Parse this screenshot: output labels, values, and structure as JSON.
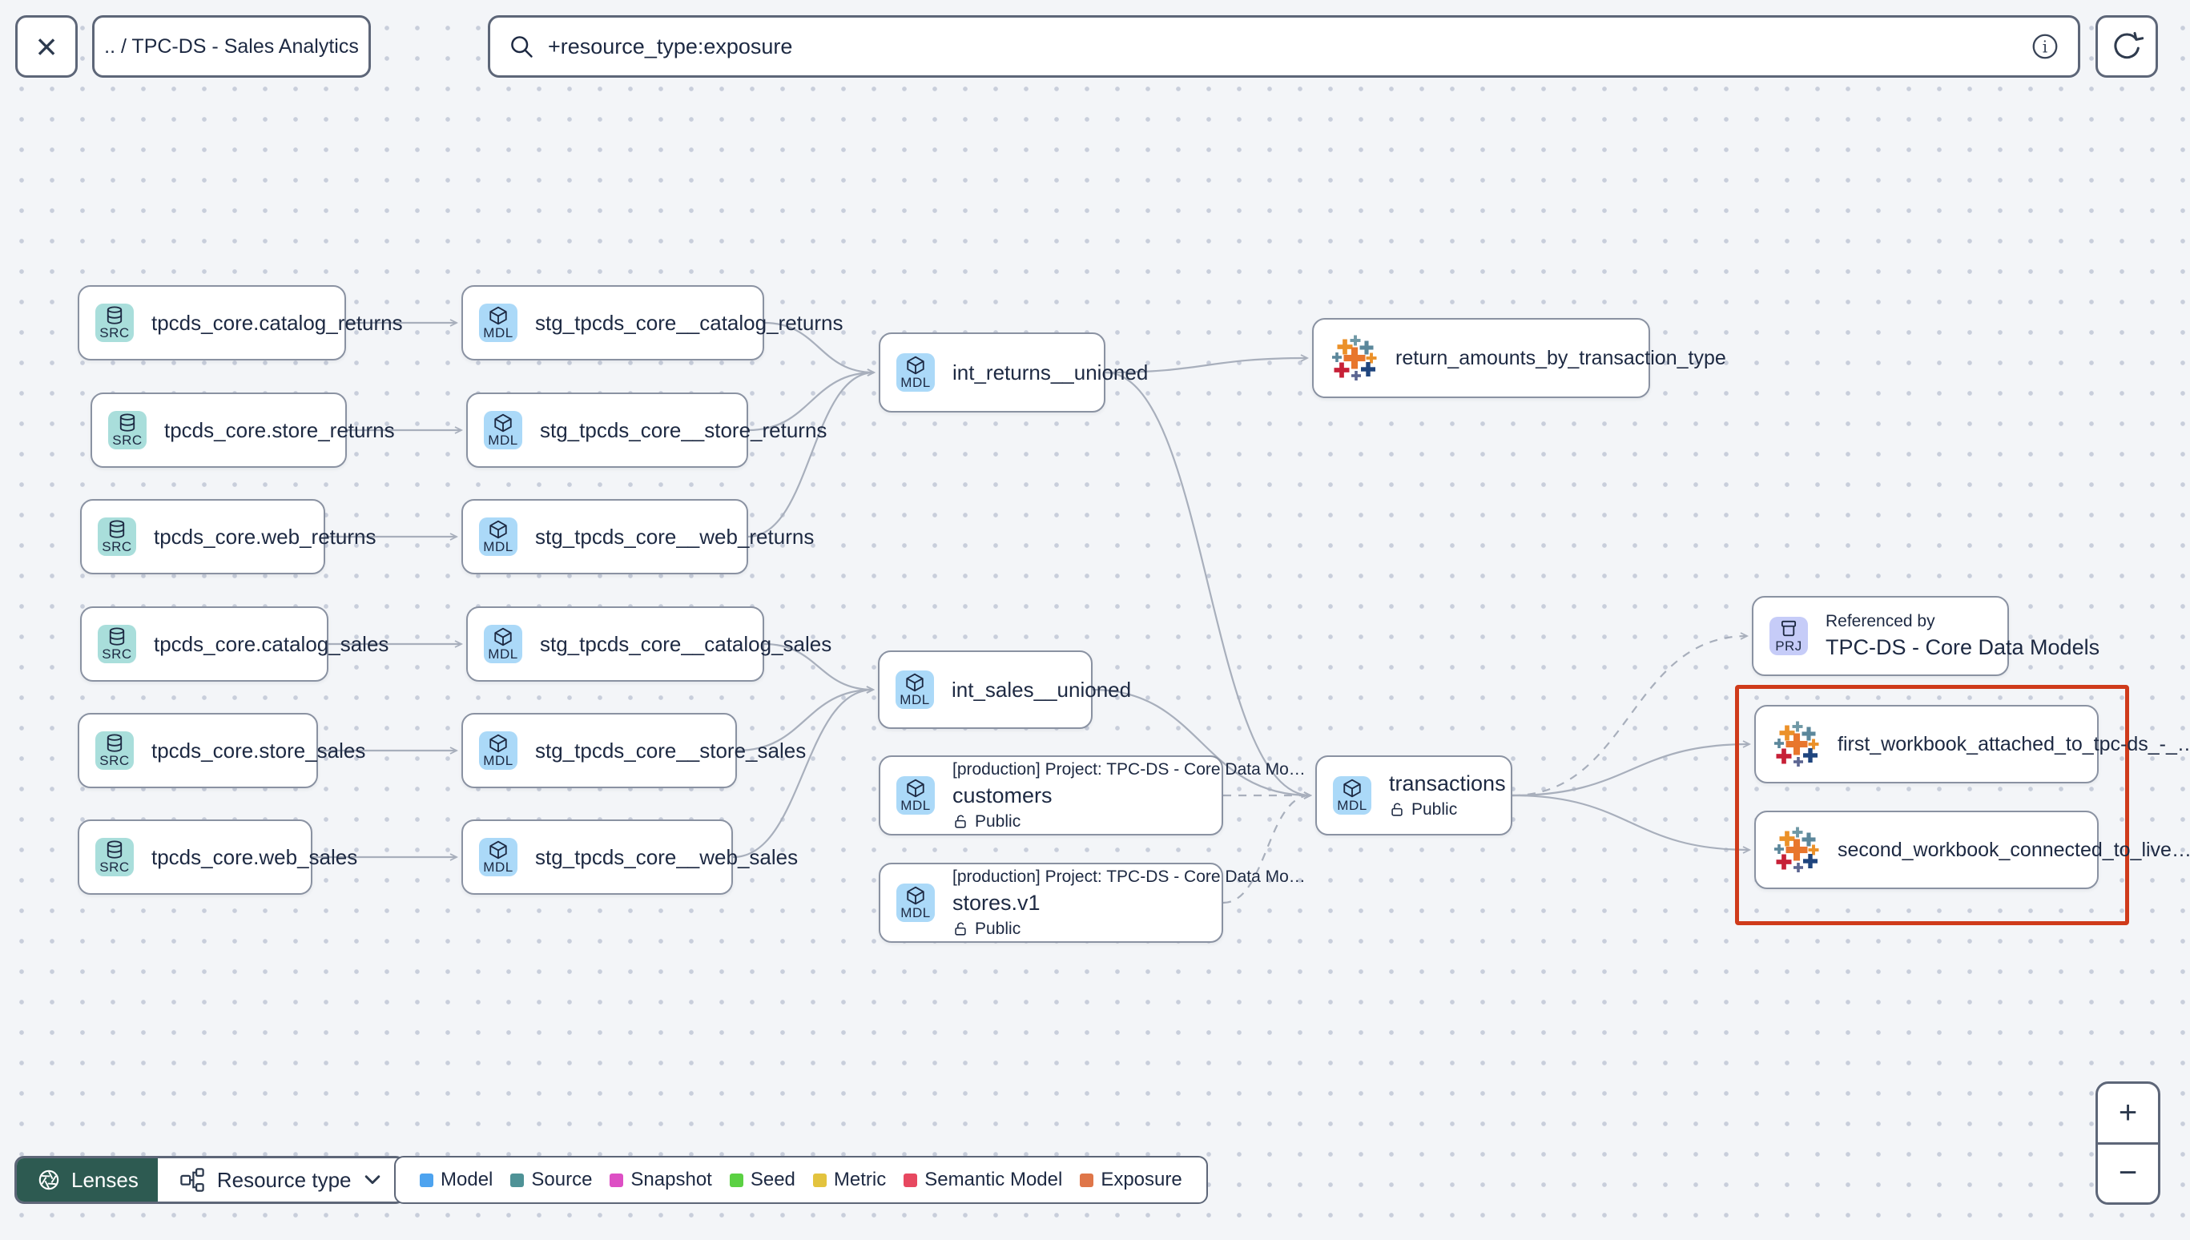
{
  "toolbar": {
    "close": "×",
    "breadcrumb": ".. / TPC-DS - Sales Analytics",
    "search_value": "+resource_type:exposure"
  },
  "graph": {
    "nodes": [
      {
        "id": "src_catalog_returns",
        "kind": "source",
        "badge": "SRC",
        "label": "tpcds_core.catalog_returns"
      },
      {
        "id": "src_store_returns",
        "kind": "source",
        "badge": "SRC",
        "label": "tpcds_core.store_returns"
      },
      {
        "id": "src_web_returns",
        "kind": "source",
        "badge": "SRC",
        "label": "tpcds_core.web_returns"
      },
      {
        "id": "src_catalog_sales",
        "kind": "source",
        "badge": "SRC",
        "label": "tpcds_core.catalog_sales"
      },
      {
        "id": "src_store_sales",
        "kind": "source",
        "badge": "SRC",
        "label": "tpcds_core.store_sales"
      },
      {
        "id": "src_web_sales",
        "kind": "source",
        "badge": "SRC",
        "label": "tpcds_core.web_sales"
      },
      {
        "id": "stg_catalog_returns",
        "kind": "model",
        "badge": "MDL",
        "label": "stg_tpcds_core__catalog_returns"
      },
      {
        "id": "stg_store_returns",
        "kind": "model",
        "badge": "MDL",
        "label": "stg_tpcds_core__store_returns"
      },
      {
        "id": "stg_web_returns",
        "kind": "model",
        "badge": "MDL",
        "label": "stg_tpcds_core__web_returns"
      },
      {
        "id": "stg_catalog_sales",
        "kind": "model",
        "badge": "MDL",
        "label": "stg_tpcds_core__catalog_sales"
      },
      {
        "id": "stg_store_sales",
        "kind": "model",
        "badge": "MDL",
        "label": "stg_tpcds_core__store_sales"
      },
      {
        "id": "stg_web_sales",
        "kind": "model",
        "badge": "MDL",
        "label": "stg_tpcds_core__web_sales"
      },
      {
        "id": "int_returns",
        "kind": "model",
        "badge": "MDL",
        "label": "int_returns__unioned"
      },
      {
        "id": "int_sales",
        "kind": "model",
        "badge": "MDL",
        "label": "int_sales__unioned"
      },
      {
        "id": "customers",
        "kind": "model",
        "badge": "MDL",
        "sub": "[production] Project: TPC-DS - Core Data Mo…",
        "label": "customers",
        "access": "Public"
      },
      {
        "id": "stores",
        "kind": "model",
        "badge": "MDL",
        "sub": "[production] Project: TPC-DS - Core Data Mo…",
        "label": "stores.v1",
        "access": "Public"
      },
      {
        "id": "transactions",
        "kind": "model",
        "badge": "MDL",
        "label": "transactions",
        "access": "Public"
      },
      {
        "id": "return_amounts",
        "kind": "exposure",
        "label": "return_amounts_by_transaction_type"
      },
      {
        "id": "referenced_by",
        "kind": "project",
        "badge": "PRJ",
        "sub": "Referenced by",
        "label": "TPC-DS - Core Data Models"
      },
      {
        "id": "first_workbook",
        "kind": "exposure",
        "label": "first_workbook_attached_to_tpc-ds_-_…"
      },
      {
        "id": "second_workbook",
        "kind": "exposure",
        "label": "second_workbook_connected_to_live…"
      }
    ],
    "edges": [
      {
        "from": "src_catalog_returns",
        "to": "stg_catalog_returns",
        "dashed": false
      },
      {
        "from": "src_store_returns",
        "to": "stg_store_returns",
        "dashed": false
      },
      {
        "from": "src_web_returns",
        "to": "stg_web_returns",
        "dashed": false
      },
      {
        "from": "src_catalog_sales",
        "to": "stg_catalog_sales",
        "dashed": false
      },
      {
        "from": "src_store_sales",
        "to": "stg_store_sales",
        "dashed": false
      },
      {
        "from": "src_web_sales",
        "to": "stg_web_sales",
        "dashed": false
      },
      {
        "from": "stg_catalog_returns",
        "to": "int_returns",
        "dashed": false
      },
      {
        "from": "stg_store_returns",
        "to": "int_returns",
        "dashed": false
      },
      {
        "from": "stg_web_returns",
        "to": "int_returns",
        "dashed": false
      },
      {
        "from": "stg_catalog_sales",
        "to": "int_sales",
        "dashed": false
      },
      {
        "from": "stg_store_sales",
        "to": "int_sales",
        "dashed": false
      },
      {
        "from": "stg_web_sales",
        "to": "int_sales",
        "dashed": false
      },
      {
        "from": "int_returns",
        "to": "return_amounts",
        "dashed": false
      },
      {
        "from": "int_returns",
        "to": "transactions",
        "dashed": false
      },
      {
        "from": "int_sales",
        "to": "transactions",
        "dashed": false
      },
      {
        "from": "customers",
        "to": "transactions",
        "dashed": true
      },
      {
        "from": "stores",
        "to": "transactions",
        "dashed": true
      },
      {
        "from": "transactions",
        "to": "referenced_by",
        "dashed": true
      },
      {
        "from": "transactions",
        "to": "first_workbook",
        "dashed": false
      },
      {
        "from": "transactions",
        "to": "second_workbook",
        "dashed": false
      }
    ]
  },
  "legend": {
    "items": [
      {
        "label": "Model",
        "color": "#4da3ef"
      },
      {
        "label": "Source",
        "color": "#4e9296"
      },
      {
        "label": "Snapshot",
        "color": "#dd4fc4"
      },
      {
        "label": "Seed",
        "color": "#5bd143"
      },
      {
        "label": "Metric",
        "color": "#e3c33e"
      },
      {
        "label": "Semantic Model",
        "color": "#e74860"
      },
      {
        "label": "Exposure",
        "color": "#df7649"
      }
    ]
  },
  "controls": {
    "lenses_label": "Lenses",
    "resource_type_label": "Resource type",
    "zoom_in": "+",
    "zoom_out": "−"
  },
  "colors": {
    "source_chip": "#a9dedb",
    "model_chip": "#abd9f8",
    "project_chip": "#c6ccf8",
    "highlight": "#cf3b1b",
    "edge": "#a8afbc",
    "lenses_bg": "#2d5a51",
    "tableau_palette": [
      "#eb9129",
      "#7099a6",
      "#5b879b",
      "#5b879b",
      "#e8762d",
      "#eb9129",
      "#c72037",
      "#5c6692",
      "#1f457e"
    ]
  }
}
